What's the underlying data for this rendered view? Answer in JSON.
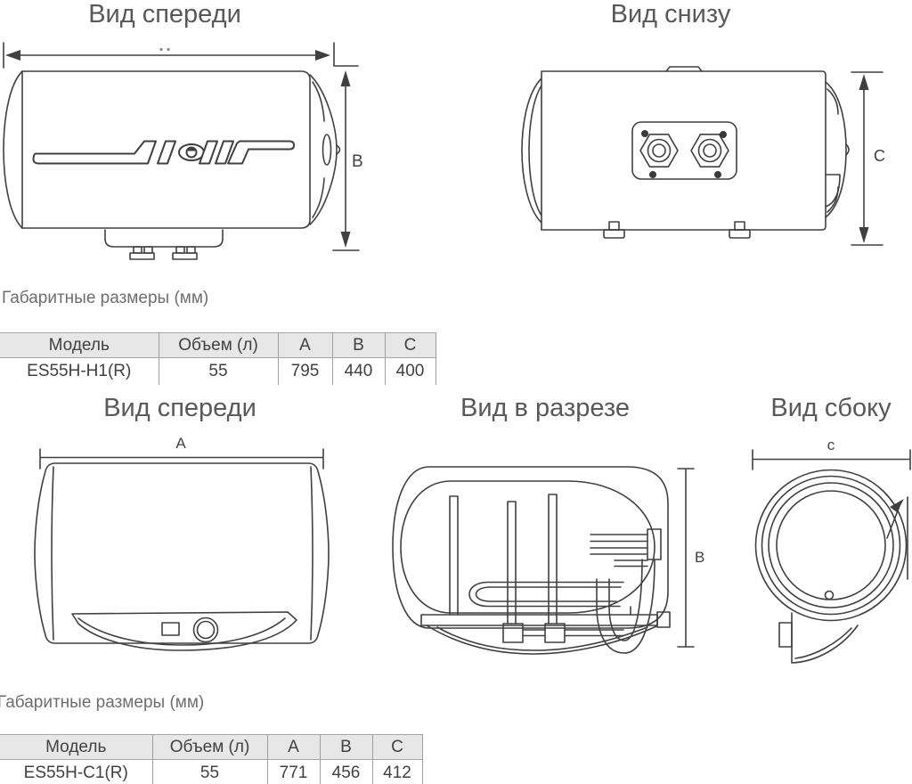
{
  "sections": [
    {
      "views": [
        {
          "title": "Вид спереди"
        },
        {
          "title": "Вид снизу"
        }
      ],
      "dim_heading": "Габаритные размеры (мм)",
      "table": {
        "columns": [
          "Модель",
          "Объем (л)",
          "A",
          "B",
          "C"
        ],
        "rows": [
          [
            "ES55H-H1(R)",
            "55",
            "795",
            "440",
            "400"
          ]
        ]
      }
    },
    {
      "views": [
        {
          "title": "Вид спереди"
        },
        {
          "title": "Вид в разрезе"
        },
        {
          "title": "Вид сбоку"
        }
      ],
      "dim_heading": "Габаритные размеры (мм)",
      "table": {
        "columns": [
          "Модель",
          "Объем (л)",
          "A",
          "B",
          "C"
        ],
        "rows": [
          [
            "ES55H-C1(R)",
            "55",
            "771",
            "456",
            "412"
          ]
        ]
      }
    }
  ],
  "dimension_labels": {
    "front_top_width": "..",
    "front_top_height": "B",
    "bottom_height": "C",
    "front_bottom_width": "A",
    "section_height": "B",
    "side_width": "c"
  },
  "colors": {
    "line": "#404040",
    "title": "#58595b",
    "heading": "#6d6e71",
    "table_text": "#414042",
    "table_header_bg": "#e7e7e8",
    "table_border": "#9d9fa2"
  }
}
